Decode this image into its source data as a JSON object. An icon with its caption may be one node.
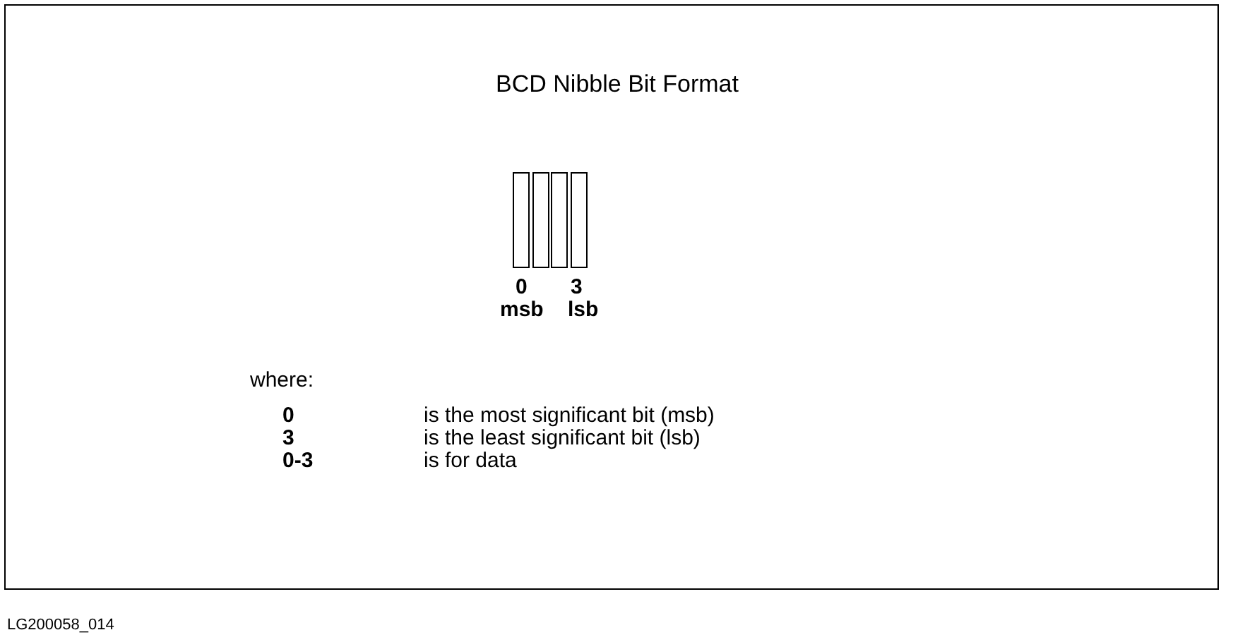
{
  "diagram": {
    "title": "BCD Nibble Bit Format",
    "nodes": [
      {
        "text": [],
        "shape": "box"
      },
      {
        "text": [],
        "shape": "box"
      },
      {
        "text": [],
        "shape": "box"
      },
      {
        "text": [],
        "shape": "box"
      }
    ],
    "labels": [
      "0",
      "3",
      "msb",
      "lsb",
      "where:",
      "0",
      "is the most significant bit (msb)",
      "3",
      "is the least significant bit (lsb)",
      "0-3",
      "is for data",
      "LG200058_014"
    ]
  }
}
